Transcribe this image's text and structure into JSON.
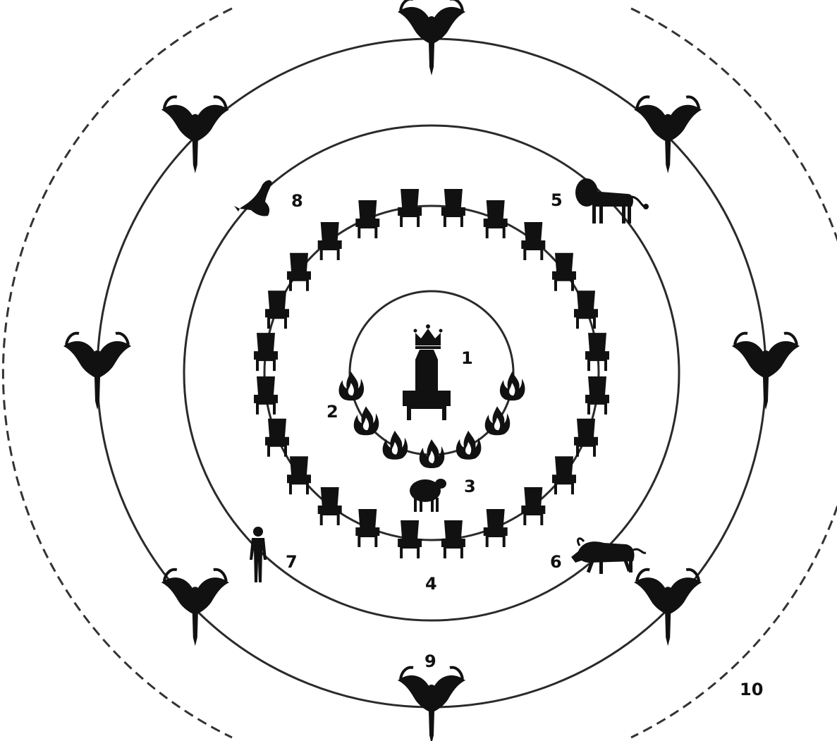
{
  "labels": {
    "throne": "1",
    "lamps": "2",
    "lamb": "3",
    "elders": "4",
    "lion": "5",
    "calf": "6",
    "man": "7",
    "eagle": "8",
    "angels": "9",
    "multitude": "10"
  },
  "counts": {
    "elder_seats": 24,
    "lamps": 7,
    "angels": 8
  },
  "icons": {
    "center": "throne-icon",
    "crown": "crown-icon",
    "lamp": "flame-icon",
    "lamb": "lamb-icon",
    "seat": "elder-seat-icon",
    "lion": "lion-icon",
    "calf": "ox-icon",
    "man": "man-icon",
    "eagle": "eagle-icon",
    "angel": "angel-icon"
  },
  "colors": {
    "ink": "#111111",
    "ring": "#2a2a2a",
    "background": "#ffffff"
  }
}
